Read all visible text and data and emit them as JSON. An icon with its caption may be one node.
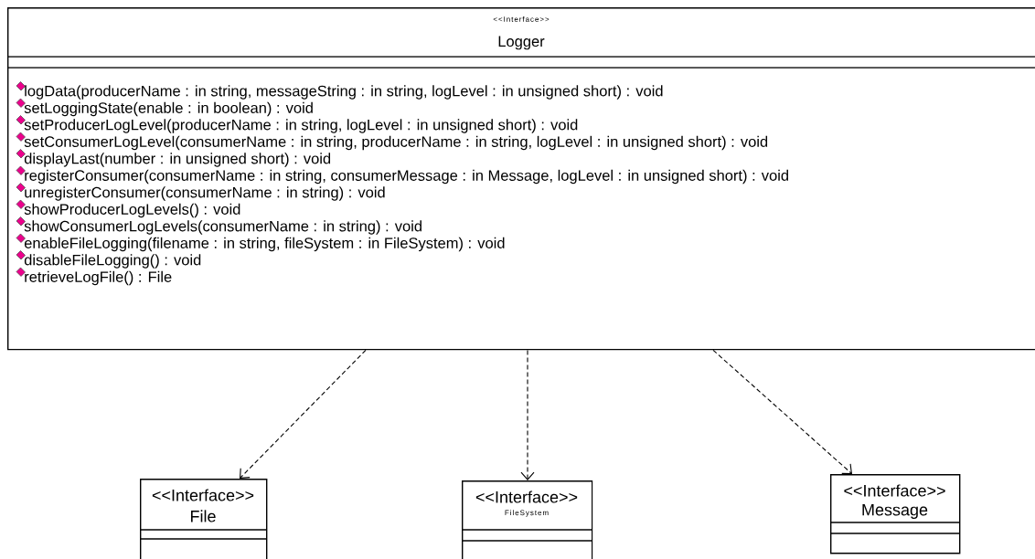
{
  "diagram": {
    "nodes": [
      {
        "text": [
          "<<Interface>>",
          "Logger",
          "logData(producerName : in string, messageString : in string, logLevel : in unsigned short) : void",
          "setLoggingState(enable : in boolean) : void",
          "setProducerLogLevel(producerName : in string, logLevel : in unsigned short) : void",
          "setConsumerLogLevel(consumerName : in string, producerName : in string, logLevel : in unsigned short) : void",
          "displayLast(number : in unsigned short) : void",
          "registerConsumer(consumerName : in string, consumerMessage : in Message, logLevel : in unsigned short) : void",
          "unregisterConsumer(consumerName : in string) : void",
          "showProducerLogLevels() : void",
          "showConsumerLogLevels(consumerName : in string) : void",
          "enableFileLogging(filename : in string, fileSystem : in FileSystem) : void",
          "disableFileLogging() : void",
          "retrieveLogFile() : File"
        ]
      },
      {
        "text": [
          "<<Interface>>",
          "File"
        ]
      },
      {
        "text": [
          "<<Interface>>",
          "FileSystem"
        ]
      },
      {
        "text": [
          "<<Interface>>",
          "Message"
        ]
      }
    ],
    "edges": [
      {
        "from": 0,
        "to": 1,
        "arrow": "to",
        "style": "dashed"
      },
      {
        "from": 0,
        "to": 2,
        "arrow": "to",
        "style": "dashed"
      },
      {
        "from": 0,
        "to": 3,
        "arrow": "to",
        "style": "dashed"
      }
    ]
  }
}
